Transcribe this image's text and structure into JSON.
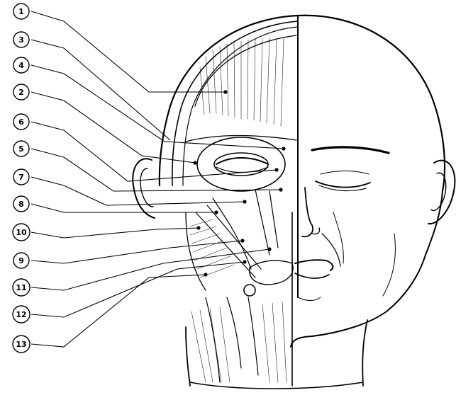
{
  "diagram": {
    "labels": [
      {
        "id": "1",
        "text": "1"
      },
      {
        "id": "3",
        "text": "3"
      },
      {
        "id": "4",
        "text": "4"
      },
      {
        "id": "2",
        "text": "2"
      },
      {
        "id": "6",
        "text": "6"
      },
      {
        "id": "5",
        "text": "5"
      },
      {
        "id": "7",
        "text": "7"
      },
      {
        "id": "8",
        "text": "8"
      },
      {
        "id": "10",
        "text": "10"
      },
      {
        "id": "9",
        "text": "9"
      },
      {
        "id": "11",
        "text": "11"
      },
      {
        "id": "12",
        "text": "12"
      },
      {
        "id": "13",
        "text": "13"
      }
    ]
  }
}
